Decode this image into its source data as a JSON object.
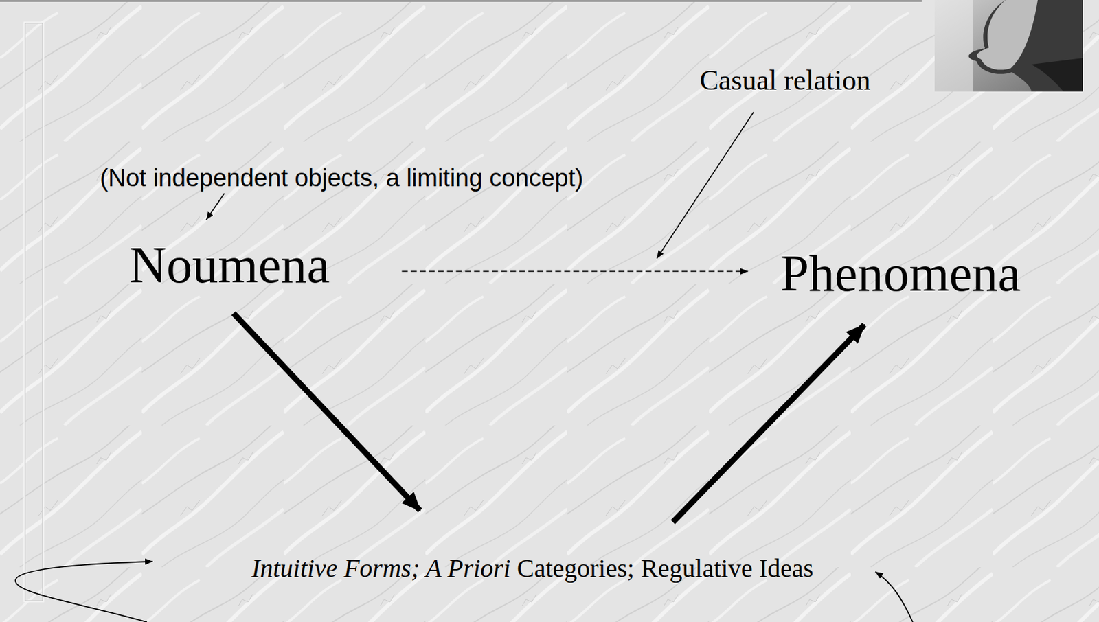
{
  "diagram": {
    "nodes": [
      {
        "text": [
          "Noumena"
        ]
      },
      {
        "text": [
          "Phenomena"
        ]
      },
      {
        "text": [
          "Intuitive Forms; A Priori",
          "Categories; Regulative Ideas"
        ]
      }
    ],
    "edges": [
      {
        "from": 0,
        "to": 1,
        "arrow": "to",
        "label": "Casual relation"
      },
      {
        "from": 0,
        "to": 2,
        "arrow": "to"
      },
      {
        "from": 2,
        "to": 1,
        "arrow": "to"
      }
    ],
    "labels": [
      "(Not independent objects, a limiting concept)"
    ]
  }
}
